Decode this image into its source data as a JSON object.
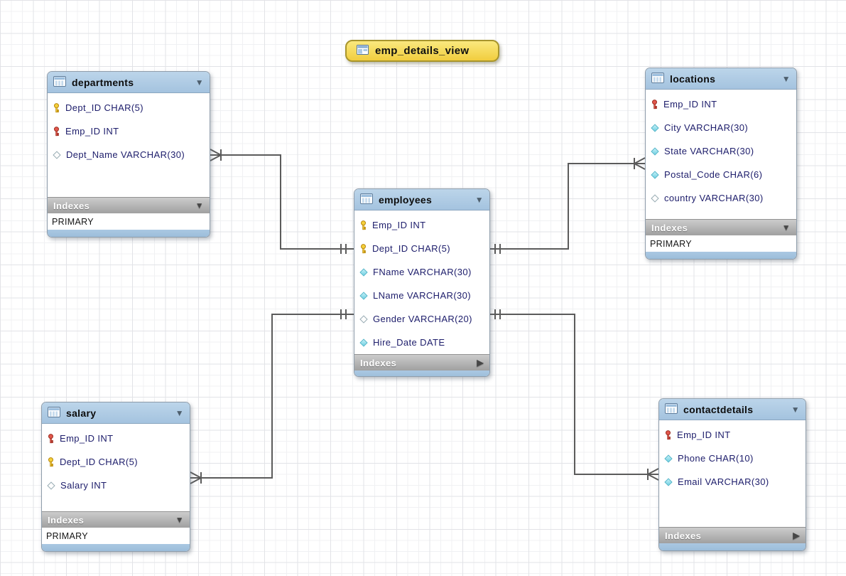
{
  "view_badge": {
    "label": "emp_details_view"
  },
  "tables": [
    {
      "name": "departments",
      "header_chevron": "▼",
      "columns": [
        {
          "icon": "primary-key-icon",
          "label": "Dept_ID CHAR(5)"
        },
        {
          "icon": "foreign-key-icon",
          "label": "Emp_ID INT"
        },
        {
          "icon": "nullable-column-icon",
          "label": "Dept_Name VARCHAR(30)"
        }
      ],
      "indexes_label": "Indexes",
      "indexes_chevron": "▼",
      "index_rows": [
        "PRIMARY"
      ]
    },
    {
      "name": "locations",
      "header_chevron": "▼",
      "columns": [
        {
          "icon": "foreign-key-icon",
          "label": "Emp_ID INT"
        },
        {
          "icon": "not-null-column-icon",
          "label": "City VARCHAR(30)"
        },
        {
          "icon": "not-null-column-icon",
          "label": "State VARCHAR(30)"
        },
        {
          "icon": "not-null-column-icon",
          "label": "Postal_Code CHAR(6)"
        },
        {
          "icon": "nullable-column-icon",
          "label": "country VARCHAR(30)"
        }
      ],
      "indexes_label": "Indexes",
      "indexes_chevron": "▼",
      "index_rows": [
        "PRIMARY"
      ]
    },
    {
      "name": "employees",
      "header_chevron": "▼",
      "columns": [
        {
          "icon": "primary-key-icon",
          "label": "Emp_ID INT"
        },
        {
          "icon": "primary-key-icon",
          "label": "Dept_ID CHAR(5)"
        },
        {
          "icon": "not-null-column-icon",
          "label": "FName VARCHAR(30)"
        },
        {
          "icon": "not-null-column-icon",
          "label": "LName VARCHAR(30)"
        },
        {
          "icon": "nullable-column-icon",
          "label": "Gender VARCHAR(20)"
        },
        {
          "icon": "not-null-column-icon",
          "label": "Hire_Date DATE"
        }
      ],
      "indexes_label": "Indexes",
      "indexes_chevron": "▶",
      "index_rows": []
    },
    {
      "name": "salary",
      "header_chevron": "▼",
      "columns": [
        {
          "icon": "foreign-key-icon",
          "label": "Emp_ID INT"
        },
        {
          "icon": "primary-key-icon",
          "label": "Dept_ID CHAR(5)"
        },
        {
          "icon": "nullable-column-icon",
          "label": "Salary INT"
        }
      ],
      "indexes_label": "Indexes",
      "indexes_chevron": "▼",
      "index_rows": [
        "PRIMARY"
      ]
    },
    {
      "name": "contactdetails",
      "header_chevron": "▼",
      "columns": [
        {
          "icon": "foreign-key-icon",
          "label": "Emp_ID INT"
        },
        {
          "icon": "not-null-column-icon",
          "label": "Phone CHAR(10)"
        },
        {
          "icon": "not-null-column-icon",
          "label": "Email VARCHAR(30)"
        }
      ],
      "indexes_label": "Indexes",
      "indexes_chevron": "▶",
      "index_rows": []
    }
  ],
  "relationships": [
    {
      "from": "departments",
      "to": "employees",
      "many_side": "departments"
    },
    {
      "from": "employees",
      "to": "locations",
      "many_side": "locations"
    },
    {
      "from": "salary",
      "to": "employees",
      "many_side": "salary"
    },
    {
      "from": "employees",
      "to": "contactdetails",
      "many_side": "contactdetails"
    }
  ],
  "colors": {
    "table_header_blue": "#aecbe4",
    "indexes_bar_gray": "#b5b5b5",
    "view_badge_yellow": "#f5d44a",
    "view_badge_border": "#a8952d",
    "connector_gray": "#5b5b5b",
    "primary_key_yellow": "#f4d03c",
    "foreign_key_red": "#e2574c",
    "not_null_diamond_teal": "#6fd0e2",
    "column_text_navy": "#1d1d6b",
    "grid_line": "#f0f1f3"
  }
}
